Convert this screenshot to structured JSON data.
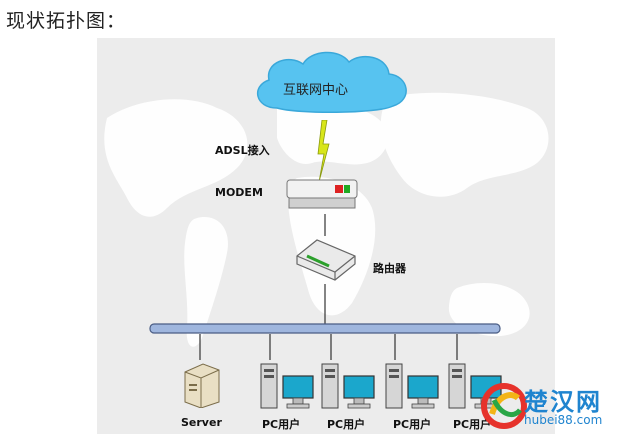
{
  "page": {
    "heading": "现状拓扑图："
  },
  "diagram": {
    "cloud_label": "互联网中心",
    "adsl_label": "ADSL接入",
    "modem_label": "MODEM",
    "router_label": "路由器",
    "server_label": "Server",
    "pc_labels": [
      "PC用户",
      "PC用户",
      "PC用户",
      "PC用户"
    ],
    "colors": {
      "cloud": "#57c3f0",
      "bus": "#9fb6de",
      "lightning": "#d8e61a",
      "monitor": "#1ba7cc"
    }
  },
  "watermark": {
    "text": "楚汉网",
    "url": "hubei88.com"
  }
}
